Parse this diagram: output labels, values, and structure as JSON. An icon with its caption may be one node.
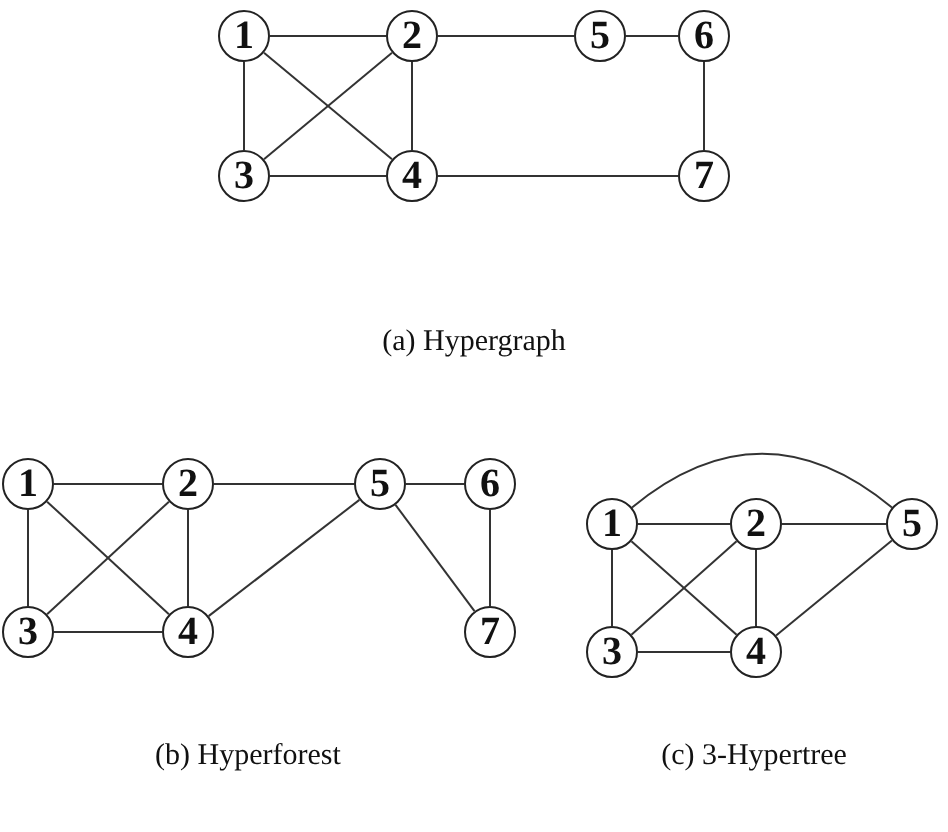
{
  "diagram": {
    "nodes": [
      {
        "text": [
          "1"
        ]
      },
      {
        "text": [
          "2"
        ]
      },
      {
        "text": [
          "5"
        ]
      },
      {
        "text": [
          "6"
        ]
      },
      {
        "text": [
          "3"
        ]
      },
      {
        "text": [
          "4"
        ]
      },
      {
        "text": [
          "7"
        ]
      },
      {
        "text": [
          "1"
        ]
      },
      {
        "text": [
          "2"
        ]
      },
      {
        "text": [
          "5"
        ]
      },
      {
        "text": [
          "6"
        ]
      },
      {
        "text": [
          "3"
        ]
      },
      {
        "text": [
          "4"
        ]
      },
      {
        "text": [
          "7"
        ]
      },
      {
        "text": [
          "1"
        ]
      },
      {
        "text": [
          "2"
        ]
      },
      {
        "text": [
          "5"
        ]
      },
      {
        "text": [
          "3"
        ]
      },
      {
        "text": [
          "4"
        ]
      }
    ],
    "edges": [
      {
        "from": 0,
        "to": 1,
        "arrow": "none"
      },
      {
        "from": 1,
        "to": 2,
        "arrow": "none"
      },
      {
        "from": 2,
        "to": 3,
        "arrow": "none"
      },
      {
        "from": 3,
        "to": 6,
        "arrow": "none"
      },
      {
        "from": 0,
        "to": 4,
        "arrow": "none"
      },
      {
        "from": 1,
        "to": 5,
        "arrow": "none"
      },
      {
        "from": 4,
        "to": 5,
        "arrow": "none"
      },
      {
        "from": 0,
        "to": 5,
        "arrow": "none"
      },
      {
        "from": 1,
        "to": 4,
        "arrow": "none"
      },
      {
        "from": 5,
        "to": 6,
        "arrow": "none"
      },
      {
        "from": 7,
        "to": 8,
        "arrow": "none"
      },
      {
        "from": 8,
        "to": 9,
        "arrow": "none"
      },
      {
        "from": 9,
        "to": 10,
        "arrow": "none"
      },
      {
        "from": 10,
        "to": 13,
        "arrow": "none"
      },
      {
        "from": 7,
        "to": 11,
        "arrow": "none"
      },
      {
        "from": 8,
        "to": 12,
        "arrow": "none"
      },
      {
        "from": 11,
        "to": 12,
        "arrow": "none"
      },
      {
        "from": 7,
        "to": 12,
        "arrow": "none"
      },
      {
        "from": 8,
        "to": 11,
        "arrow": "none"
      },
      {
        "from": 12,
        "to": 9,
        "arrow": "none"
      },
      {
        "from": 9,
        "to": 13,
        "arrow": "none"
      },
      {
        "from": 14,
        "to": 15,
        "arrow": "none"
      },
      {
        "from": 15,
        "to": 16,
        "arrow": "none"
      },
      {
        "from": 14,
        "to": 17,
        "arrow": "none"
      },
      {
        "from": 17,
        "to": 18,
        "arrow": "none"
      },
      {
        "from": 14,
        "to": 18,
        "arrow": "none"
      },
      {
        "from": 15,
        "to": 17,
        "arrow": "none"
      },
      {
        "from": 15,
        "to": 18,
        "arrow": "none"
      },
      {
        "from": 18,
        "to": 16,
        "arrow": "none"
      },
      {
        "from": 14,
        "to": 16,
        "arrow": "none"
      }
    ],
    "labels": [
      "(a) Hypergraph",
      "(b) Hyperforest",
      "(c) 3-Hypertree"
    ]
  }
}
